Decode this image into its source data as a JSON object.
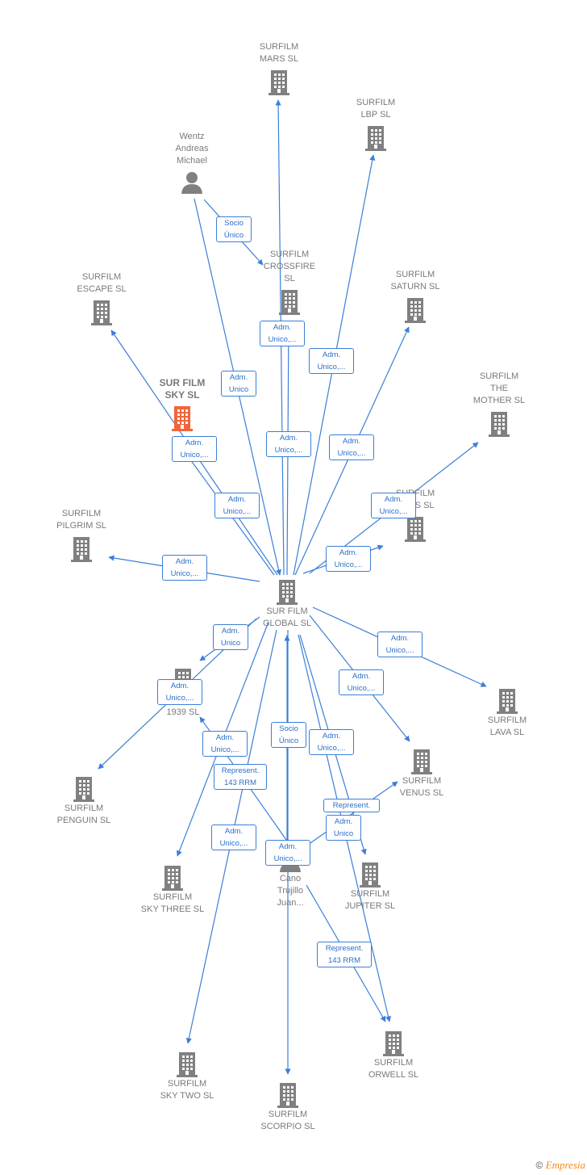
{
  "colors": {
    "edge": "#3b7fd6",
    "building": "#808080",
    "focus_building": "#f0663a",
    "label": "#7a7a7a"
  },
  "nodes": [
    {
      "id": "mars",
      "label": "SURFILM\nMARS  SL",
      "icon": "building-icon"
    },
    {
      "id": "lbp",
      "label": "SURFILM\nLBP  SL",
      "icon": "building-icon"
    },
    {
      "id": "wentz",
      "label": "Wentz\nAndreas\nMichael",
      "icon": "person-icon"
    },
    {
      "id": "crossfire",
      "label": "SURFILM\nCROSSFIRE\nSL",
      "icon": "building-icon"
    },
    {
      "id": "escape",
      "label": "SURFILM\nESCAPE  SL",
      "icon": "building-icon"
    },
    {
      "id": "saturn",
      "label": "SURFILM\nSATURN  SL",
      "icon": "building-icon"
    },
    {
      "id": "sky",
      "label": "SUR FILM\nSKY  SL",
      "icon": "building-icon",
      "focus": true
    },
    {
      "id": "mother",
      "label": "SURFILM\nTHE\nMOTHER  SL",
      "icon": "building-icon"
    },
    {
      "id": "boss",
      "label": "SURFILM\nBOSS  SL",
      "icon": "building-icon"
    },
    {
      "id": "pilgrim",
      "label": "SURFILM\nPILGRIM  SL",
      "icon": "building-icon"
    },
    {
      "id": "global",
      "label": "SUR FILM\nGLOBAL  SL",
      "icon": "building-icon"
    },
    {
      "id": "s1939",
      "label": "SURFILM\n1939  SL",
      "icon": "building-icon"
    },
    {
      "id": "lava",
      "label": "SURFILM\nLAVA  SL",
      "icon": "building-icon"
    },
    {
      "id": "penguin",
      "label": "SURFILM\nPENGUIN  SL",
      "icon": "building-icon"
    },
    {
      "id": "venus",
      "label": "SURFILM\nVENUS  SL",
      "icon": "building-icon"
    },
    {
      "id": "skythree",
      "label": "SURFILM\nSKY THREE  SL",
      "icon": "building-icon"
    },
    {
      "id": "cano",
      "label": "Cano\nTrujillo\nJuan...",
      "icon": "person-icon"
    },
    {
      "id": "jupiter",
      "label": "SURFILM\nJUPITER  SL",
      "icon": "building-icon"
    },
    {
      "id": "orwell",
      "label": "SURFILM\nORWELL  SL",
      "icon": "building-icon"
    },
    {
      "id": "skytwo",
      "label": "SURFILM\nSKY TWO  SL",
      "icon": "building-icon"
    },
    {
      "id": "scorpio",
      "label": "SURFILM\nSCORPIO  SL",
      "icon": "building-icon"
    }
  ],
  "edges": [
    {
      "from": "wentz",
      "to": "crossfire",
      "label": "Socio\nÚnico"
    },
    {
      "from": "wentz",
      "to": "global",
      "label": "Adm.\nUnico"
    },
    {
      "from": "global",
      "to": "mars",
      "label": "Adm.\nUnico,..."
    },
    {
      "from": "global",
      "to": "lbp",
      "label": "Adm.\nUnico,..."
    },
    {
      "from": "global",
      "to": "crossfire",
      "label": "Adm.\nUnico,..."
    },
    {
      "from": "global",
      "to": "saturn",
      "label": "Adm.\nUnico,..."
    },
    {
      "from": "global",
      "to": "escape",
      "label": "Adm.\nUnico,..."
    },
    {
      "from": "global",
      "to": "sky",
      "label": "Adm.\nUnico,..."
    },
    {
      "from": "global",
      "to": "mother",
      "label": "Adm.\nUnico,..."
    },
    {
      "from": "global",
      "to": "boss",
      "label": "Adm.\nUnico,..."
    },
    {
      "from": "global",
      "to": "pilgrim",
      "label": "Adm.\nUnico,..."
    },
    {
      "from": "global",
      "to": "s1939",
      "label": "Adm.\nUnico"
    },
    {
      "from": "global",
      "to": "penguin",
      "label": "Adm.\nUnico,..."
    },
    {
      "from": "global",
      "to": "lava",
      "label": "Adm.\nUnico,..."
    },
    {
      "from": "global",
      "to": "venus",
      "label": "Adm.\nUnico,..."
    },
    {
      "from": "global",
      "to": "skythree",
      "label": "Adm.\nUnico,..."
    },
    {
      "from": "global",
      "to": "jupiter",
      "label": "Adm.\nUnico,..."
    },
    {
      "from": "global",
      "to": "skytwo",
      "label": "Adm.\nUnico,..."
    },
    {
      "from": "global",
      "to": "scorpio",
      "label": "Adm.\nUnico,..."
    },
    {
      "from": "cano",
      "to": "global",
      "label": "Socio\nÚnico"
    },
    {
      "from": "cano",
      "to": "s1939",
      "label": "Represent.\n143 RRM"
    },
    {
      "from": "cano",
      "to": "venus",
      "label": "Represent."
    },
    {
      "from": "cano",
      "to": "orwell",
      "label": "Represent.\n143 RRM"
    },
    {
      "from": "global",
      "to": "orwell",
      "label": "Adm.\nUnico"
    }
  ],
  "brand": {
    "copyright": "©",
    "name": "mpresia",
    "initial": "E"
  }
}
